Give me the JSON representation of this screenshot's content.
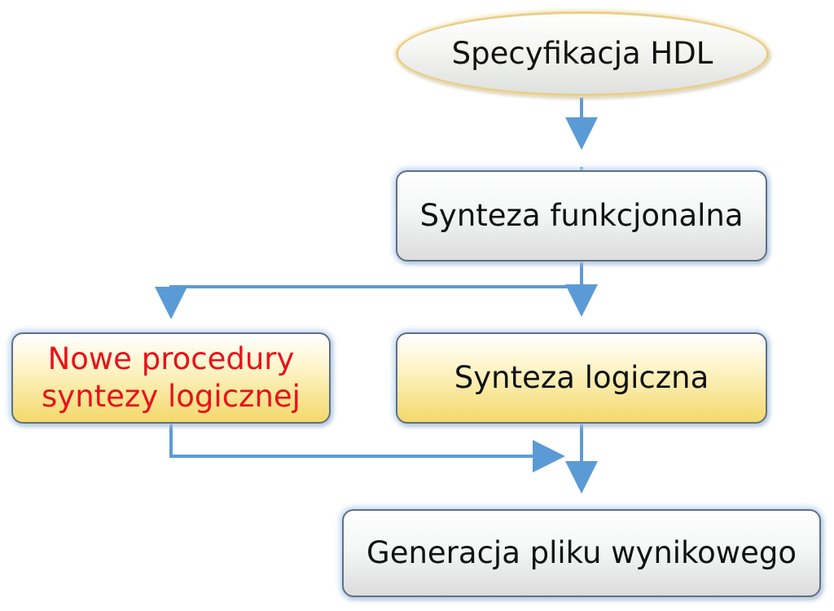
{
  "nodes": {
    "start": {
      "label": "Specyfikacja HDL"
    },
    "functional_synthesis": {
      "label": "Synteza funkcjonalna"
    },
    "new_procedures": {
      "label": "Nowe procedury syntezy logicznej"
    },
    "logic_synthesis": {
      "label": "Synteza logiczna"
    },
    "output_generation": {
      "label": "Generacja pliku wynikowego"
    }
  },
  "colors": {
    "connector": "#5b9bd5",
    "highlight_text": "#e8121b"
  }
}
